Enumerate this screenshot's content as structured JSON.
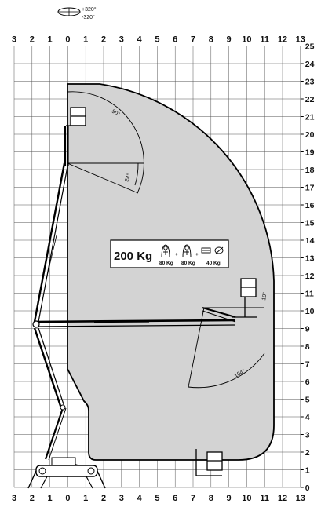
{
  "rotation": {
    "plus_label": "+320°",
    "minus_label": "-320°"
  },
  "x_ticks": [
    "3",
    "2",
    "1",
    "0",
    "1",
    "2",
    "3",
    "4",
    "5",
    "6",
    "7",
    "8",
    "9",
    "10",
    "11",
    "12",
    "13"
  ],
  "y_ticks": [
    "0",
    "1",
    "2",
    "3",
    "4",
    "5",
    "6",
    "7",
    "8",
    "9",
    "10",
    "11",
    "12",
    "13",
    "14",
    "15",
    "16",
    "17",
    "18",
    "19",
    "20",
    "21",
    "22",
    "23",
    "24",
    "25"
  ],
  "envelope": {
    "angle_top_label": "90°",
    "angle_upper_label": "24°",
    "angle_lower_label": "104°",
    "angle_small_label": "10°"
  },
  "load": {
    "capacity_label": "200 Kg",
    "person1_kg": "80 Kg",
    "person2_kg": "80 Kg",
    "tools_kg": "40 Kg",
    "plus_sign": "+"
  }
}
